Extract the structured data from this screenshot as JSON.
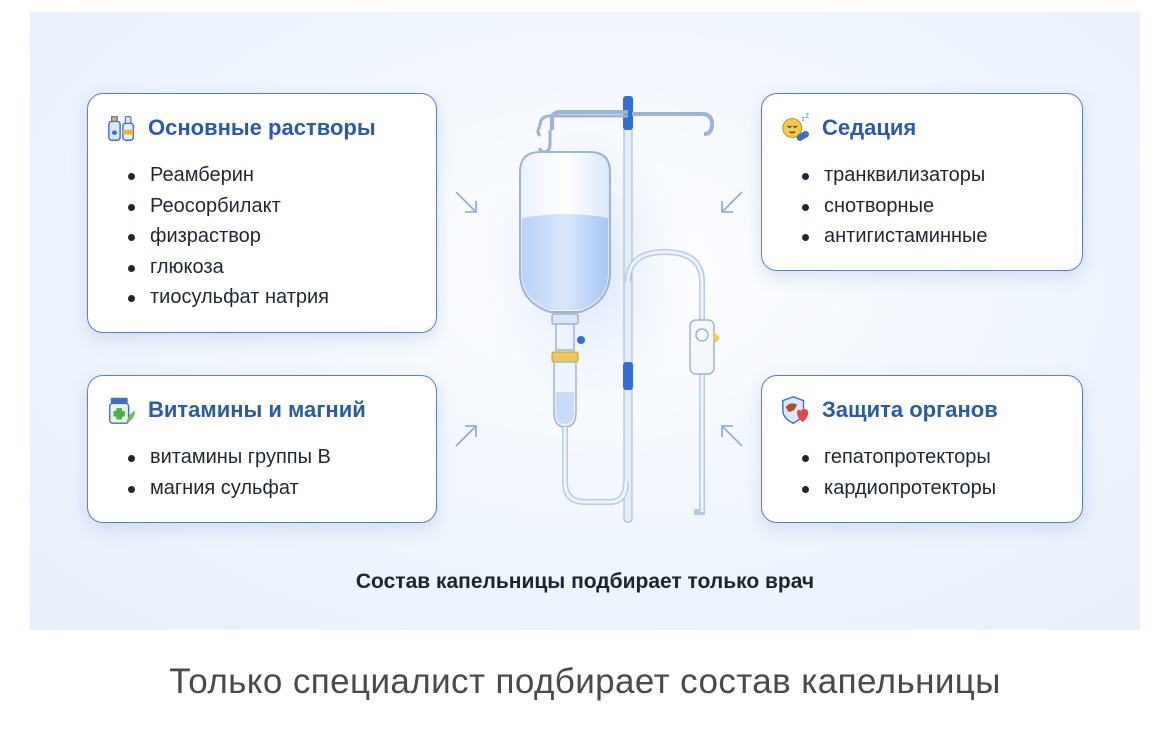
{
  "cards": {
    "main": {
      "title": "Основные растворы",
      "items": [
        "Реамберин",
        "Реосорбилакт",
        "физраствор",
        "глюкоза",
        "тиосульфат натрия"
      ],
      "icon": "bottles-icon"
    },
    "vitamins": {
      "title": "Витамины и магний",
      "items": [
        "витамины группы В",
        "магния сульфат"
      ],
      "icon": "pill-jar-icon"
    },
    "sedation": {
      "title": "Седация",
      "items": [
        "транквилизаторы",
        "снотворные",
        "антигистаминные"
      ],
      "icon": "sleeping-face-icon"
    },
    "organs": {
      "title": "Защита органов",
      "items": [
        "гепатопротекторы",
        "кардиопротекторы"
      ],
      "icon": "shield-heart-icon"
    }
  },
  "figure_caption": "Состав капельницы подбирает только врач",
  "page_caption": "Только специалист подбирает состав капельницы",
  "colors": {
    "accent": "#2a5aa8",
    "border": "#5b7fc8",
    "pole_clamp": "#2f6fd6"
  }
}
